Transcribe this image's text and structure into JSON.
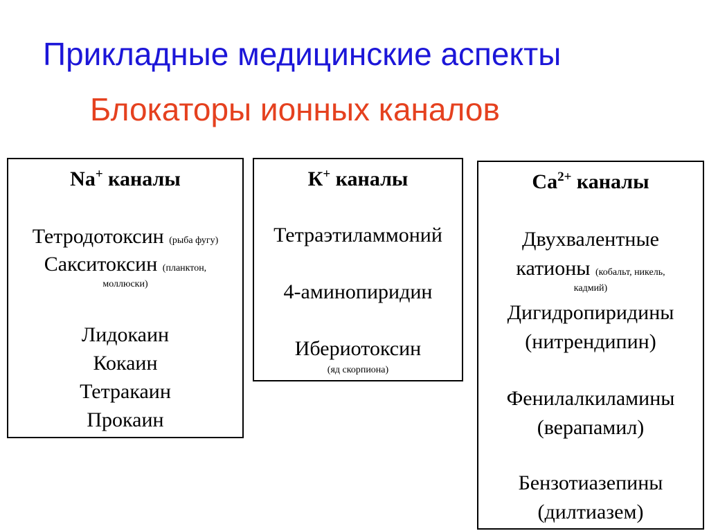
{
  "slide": {
    "title": "Прикладные медицинские аспекты",
    "subtitle": "Блокаторы ионных каналов",
    "colors": {
      "title": "#1c16d8",
      "subtitle": "#e5411f"
    }
  },
  "na_box": {
    "ion": "Na",
    "charge": "+",
    "label": "каналы",
    "items": [
      {
        "name": "Тетродотоксин",
        "note": "(рыба фугу)"
      },
      {
        "name": "Сакситоксин",
        "note": "(планктон,",
        "note_cont": "моллюски)"
      },
      {
        "name": "Лидокаин"
      },
      {
        "name": "Кокаин"
      },
      {
        "name": "Тетракаин"
      },
      {
        "name": "Прокаин"
      }
    ]
  },
  "k_box": {
    "ion": "К",
    "charge": "+",
    "label": "каналы",
    "items": [
      {
        "name": "Тетраэтиламмоний"
      },
      {
        "name": "4-аминопиридин"
      },
      {
        "name": "Ибериотоксин",
        "note": "(яд скорпиона)"
      }
    ]
  },
  "ca_box": {
    "ion": "Ca",
    "charge": "2+",
    "label": "каналы",
    "items": [
      {
        "name": "Двухвалентные"
      },
      {
        "name": "катионы",
        "note": "(кобальт, никель,",
        "note_cont": "кадмий)"
      },
      {
        "name": "Дигидропиридины"
      },
      {
        "name": "(нитрендипин)"
      },
      {
        "name": "Фенилалкиламины"
      },
      {
        "name": "(верапамил)"
      },
      {
        "name": "Бензотиазепины"
      },
      {
        "name": "(дилтиазем)"
      }
    ]
  }
}
